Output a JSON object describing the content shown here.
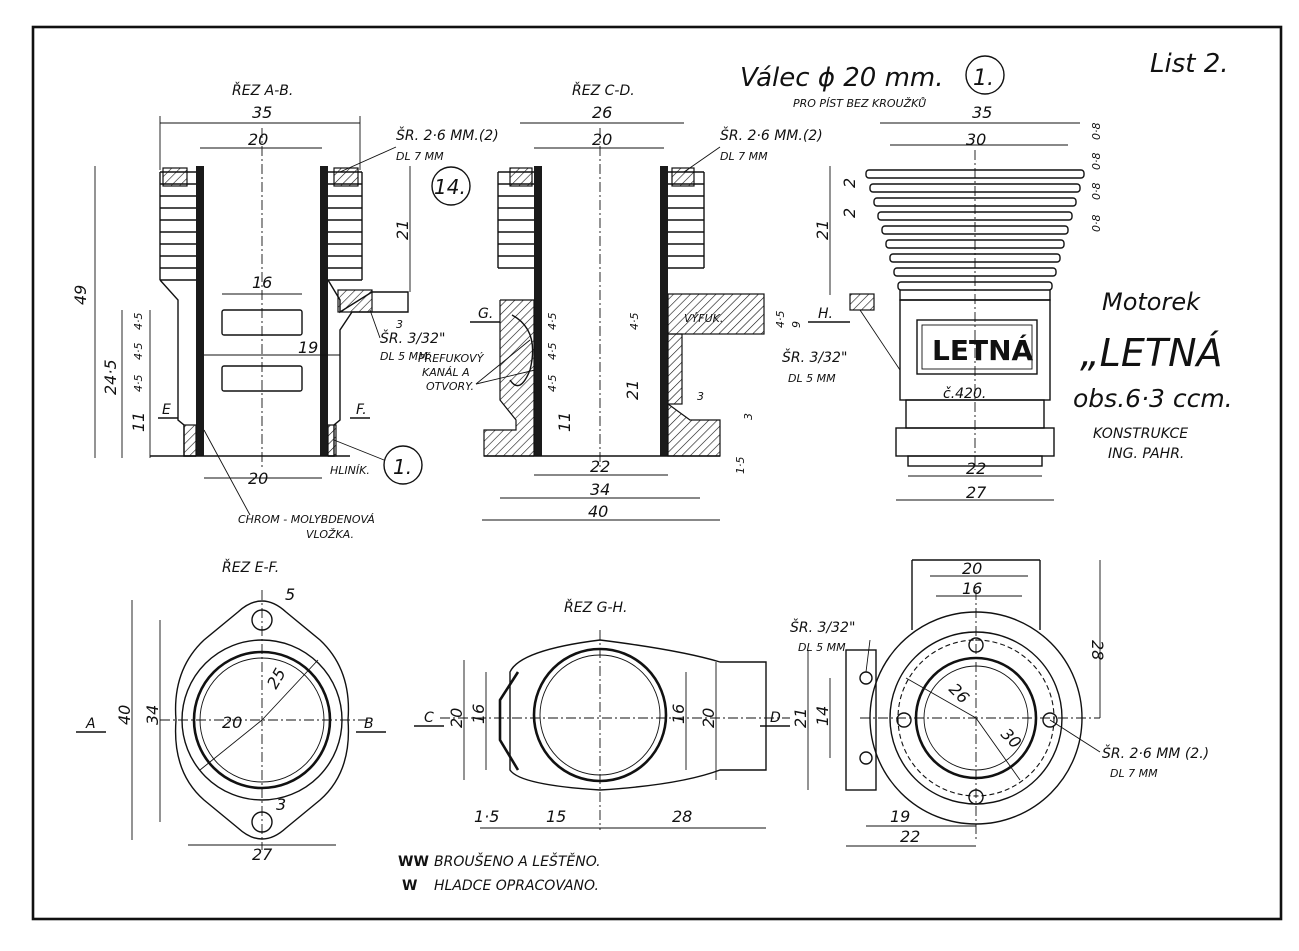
{
  "sheet": {
    "sheet_no": "List 2.",
    "title_main": "Válec ϕ 20 mm.",
    "title_part_no": "1.",
    "title_sub": "PRO PÍST BEZ KROUŽKŮ",
    "motor_line1": "Motorek",
    "motor_line2": "„LETNÁ",
    "motor_line3": "obs.6·3 ccm.",
    "designer_line1": "KONSTRUKCE",
    "designer_line2": "ING. PAHR."
  },
  "sections": {
    "ab": "ŘEZ A-B.",
    "cd": "ŘEZ C-D.",
    "ef": "ŘEZ E-F.",
    "gh": "ŘEZ G-H."
  },
  "notes": {
    "screw_26": "ŠR. 2·6 MM.(2)",
    "dl7": "DL 7 MM",
    "screw_332": "ŠR. 3/32\"",
    "dl5": "DL 5 MM",
    "hlinik": "HLINÍK.",
    "part_14": "14.",
    "part_1": "1.",
    "chrom_1": "CHROM - MOLYBDENOVÁ",
    "chrom_2": "VLOŽKA.",
    "prefuk_1": "PŘEFUKOVÝ",
    "prefuk_2": "KANÁL A",
    "prefuk_3": "OTVORY.",
    "vyfuk": "VÝFUK.",
    "letna_plate": "LETNÁ",
    "serial": "č.420.",
    "screw_26_b": "ŠR. 2·6 MM (2.)"
  },
  "legend": {
    "ground": "BROUŠENO A LEŠTĚNO.",
    "smooth": "HLADCE OPRACOVANO."
  },
  "labels": {
    "E": "E",
    "F": "F.",
    "G": "G.",
    "H": "H.",
    "A": "A",
    "B": "B",
    "C": "C",
    "D": "D"
  },
  "dims": {
    "d35": "35",
    "d20": "20",
    "d26": "26",
    "d30": "30",
    "d49": "49",
    "d21": "21",
    "d16": "16",
    "d19": "19",
    "d245": "24·5",
    "d11": "11",
    "d45": "4·5",
    "d3": "3",
    "d22": "22",
    "d34": "34",
    "d40": "40",
    "d15": "1·5",
    "d27": "27",
    "d2": "2",
    "d28": "28",
    "d5": "5",
    "d25": "25",
    "d14": "14",
    "d15b": "15",
    "d1x": "1·5",
    "d19b": "19",
    "d9": "9",
    "d08a": "0·8",
    "d08b": "0·8",
    "d08c": "0·8",
    "d08d": "0·8"
  }
}
